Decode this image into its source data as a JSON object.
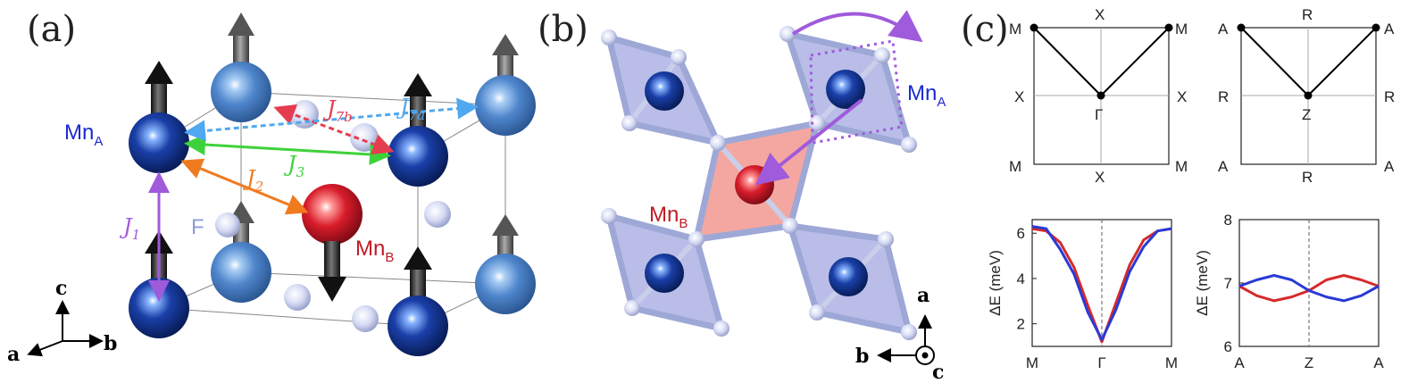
{
  "panel_a": {
    "label": "(a)",
    "mn_a": {
      "base": "Mn",
      "sub": "A"
    },
    "mn_b": {
      "base": "Mn",
      "sub": "B"
    },
    "fluorine": "F",
    "couplings": [
      {
        "base": "J",
        "sub": "1",
        "color": "#a05adc"
      },
      {
        "base": "J",
        "sub": "2",
        "color": "#f07a1e"
      },
      {
        "base": "J",
        "sub": "3",
        "color": "#3ed23a"
      },
      {
        "base": "J",
        "sub": "7b",
        "color": "#e63c50"
      },
      {
        "base": "J",
        "sub": "7a",
        "color": "#4fa8f0"
      }
    ],
    "axes": {
      "c": "c",
      "a": "a",
      "b": "b"
    }
  },
  "panel_b": {
    "label": "(b)",
    "mn_a": {
      "base": "Mn",
      "sub": "A"
    },
    "mn_b": {
      "base": "Mn",
      "sub": "B"
    },
    "axes": {
      "a": "a",
      "b": "b",
      "c": "c"
    }
  },
  "panel_c": {
    "label": "(c)",
    "bz_left": {
      "corners": [
        "M",
        "M",
        "M",
        "M"
      ],
      "edges": [
        "X",
        "X",
        "X",
        "X"
      ],
      "center": "Γ"
    },
    "bz_right": {
      "corners": [
        "A",
        "A",
        "A",
        "A"
      ],
      "edges": [
        "R",
        "R",
        "R",
        "R"
      ],
      "center": "Z"
    }
  },
  "chart_data": [
    {
      "type": "line",
      "ylabel": "ΔE (meV)",
      "x_ticks": [
        "M",
        "Γ",
        "M"
      ],
      "y_ticks": [
        2,
        4,
        6
      ],
      "ylim": [
        1.0,
        6.6
      ],
      "x": [
        0.0,
        0.1,
        0.2,
        0.3,
        0.4,
        0.5,
        0.6,
        0.7,
        0.8,
        0.9,
        1.0
      ],
      "series": [
        {
          "color": "#d62a2a",
          "values": [
            6.2,
            6.1,
            5.6,
            4.5,
            2.8,
            1.2,
            2.9,
            4.6,
            5.7,
            6.1,
            6.2
          ]
        },
        {
          "color": "#2a3ad6",
          "values": [
            6.3,
            6.2,
            5.3,
            4.2,
            2.5,
            1.3,
            2.6,
            4.3,
            5.4,
            6.1,
            6.2
          ]
        }
      ],
      "center_dashed_line": true
    },
    {
      "type": "line",
      "ylabel": "ΔE (meV)",
      "x_ticks": [
        "A",
        "Z",
        "A"
      ],
      "y_ticks": [
        6,
        7,
        8
      ],
      "ylim": [
        6,
        8
      ],
      "x": [
        0.0,
        0.125,
        0.25,
        0.375,
        0.5,
        0.625,
        0.75,
        0.875,
        1.0
      ],
      "series": [
        {
          "color": "#d62a2a",
          "values": [
            6.95,
            6.8,
            6.72,
            6.78,
            6.88,
            7.05,
            7.12,
            7.05,
            6.95
          ]
        },
        {
          "color": "#2a3ad6",
          "values": [
            6.95,
            7.05,
            7.12,
            7.05,
            6.88,
            6.78,
            6.72,
            6.8,
            6.95
          ]
        }
      ],
      "center_dashed_line": true
    }
  ]
}
